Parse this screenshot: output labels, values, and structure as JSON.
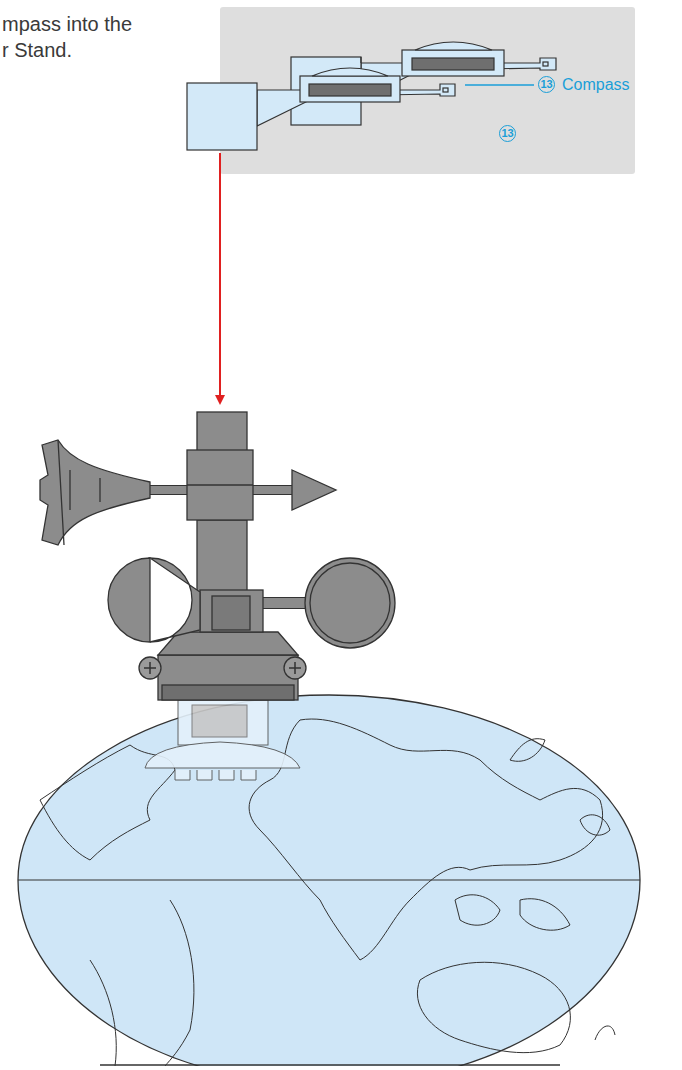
{
  "diagram": {
    "labels": [
      "mpass into the",
      "r Stand.",
      "13",
      "13",
      "Compass"
    ]
  }
}
